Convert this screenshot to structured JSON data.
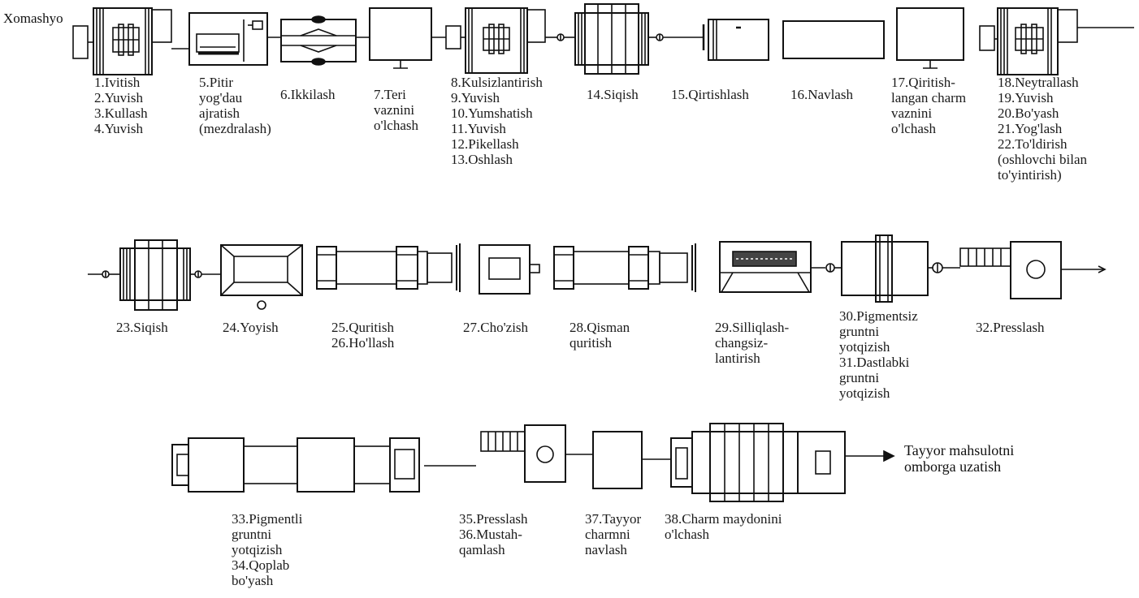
{
  "start_label": "Xomashyo",
  "end_label": [
    "Tayyor mahsulotni",
    "omborga uzatish"
  ],
  "labels": [
    {
      "id": "l1",
      "lines": [
        "1.Ivitish",
        "2.Yuvish",
        "3.Kullash",
        "4.Yuvish"
      ]
    },
    {
      "id": "l5",
      "lines": [
        "5.Pitir",
        "yog'dau",
        "ajratish",
        "(mezdralash)"
      ]
    },
    {
      "id": "l6",
      "lines": [
        "6.Ikkilash"
      ]
    },
    {
      "id": "l7",
      "lines": [
        "7.Teri",
        "vaznini",
        "o'lchash"
      ]
    },
    {
      "id": "l8",
      "lines": [
        "8.Kulsizlantirish",
        "9.Yuvish",
        "10.Yumshatish",
        "11.Yuvish",
        "12.Pikellash",
        "13.Oshlash"
      ]
    },
    {
      "id": "l14",
      "lines": [
        "14.Siqish"
      ]
    },
    {
      "id": "l15",
      "lines": [
        "15.Qirtishlash"
      ]
    },
    {
      "id": "l16",
      "lines": [
        "16.Navlash"
      ]
    },
    {
      "id": "l17",
      "lines": [
        "17.Qiritish-",
        "langan charm",
        "vaznini",
        "o'lchash"
      ]
    },
    {
      "id": "l18",
      "lines": [
        "18.Neytrallash",
        "19.Yuvish",
        "20.Bo'yash",
        "21.Yog'lash",
        "22.To'ldirish",
        "(oshlovchi bilan",
        "to'yintirish)"
      ]
    },
    {
      "id": "l23",
      "lines": [
        "23.Siqish"
      ]
    },
    {
      "id": "l24",
      "lines": [
        "24.Yoyish"
      ]
    },
    {
      "id": "l25",
      "lines": [
        "25.Quritish",
        "26.Ho'llash"
      ]
    },
    {
      "id": "l27",
      "lines": [
        "27.Cho'zish"
      ]
    },
    {
      "id": "l28",
      "lines": [
        "28.Qisman",
        "quritish"
      ]
    },
    {
      "id": "l29",
      "lines": [
        "29.Silliqlash-",
        "changsiz-",
        "lantirish"
      ]
    },
    {
      "id": "l30",
      "lines": [
        "30.Pigmentsiz",
        "gruntni",
        "yotqizish",
        "31.Dastlabki",
        "gruntni",
        "yotqizish"
      ]
    },
    {
      "id": "l32",
      "lines": [
        "32.Presslash"
      ]
    },
    {
      "id": "l33",
      "lines": [
        "33.Pigmentli",
        "gruntni",
        "yotqizish",
        "34.Qoplab",
        "bo'yash"
      ]
    },
    {
      "id": "l35",
      "lines": [
        "35.Presslash",
        "36.Mustah-",
        "qamlash"
      ]
    },
    {
      "id": "l37",
      "lines": [
        "37.Tayyor",
        "charmni",
        "navlash"
      ]
    },
    {
      "id": "l38",
      "lines": [
        "38.Charm maydonini",
        "o'lchash"
      ]
    }
  ]
}
